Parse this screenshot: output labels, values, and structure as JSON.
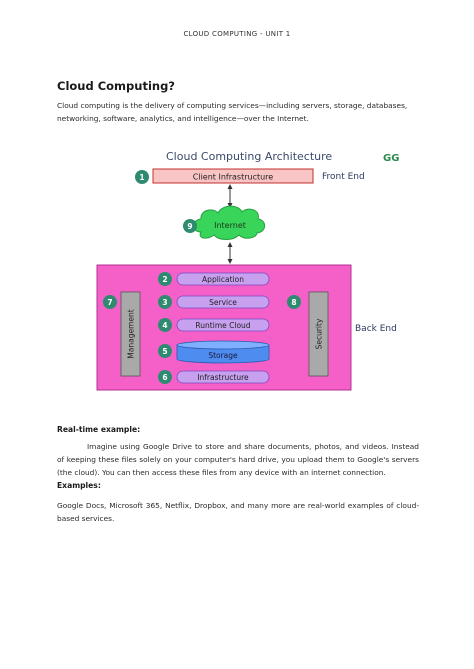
{
  "header": {
    "text": "CLOUD COMPUTING - UNIT 1"
  },
  "title": "Cloud Computing?",
  "intro": "Cloud computing is the delivery of computing services—including servers, storage, databases, networking, software, analytics, and intelligence—over the Internet.",
  "diagram": {
    "title": "Cloud Computing Architecture",
    "logo_text": "GG",
    "front_end_label": "Front End",
    "back_end_label": "Back End",
    "client": {
      "num": "1",
      "label": "Client Infrastructure"
    },
    "internet": {
      "num": "9",
      "label": "Internet"
    },
    "application": {
      "num": "2",
      "label": "Application"
    },
    "service": {
      "num": "3",
      "label": "Service"
    },
    "runtime": {
      "num": "4",
      "label": "Runtime Cloud"
    },
    "storage": {
      "num": "5",
      "label": "Storage"
    },
    "infrastructure": {
      "num": "6",
      "label": "Infrastructure"
    },
    "management": {
      "num": "7",
      "label": "Management"
    },
    "security": {
      "num": "8",
      "label": "Security"
    },
    "colors": {
      "green": "#2e8b6f",
      "pink": "#f45fc8",
      "lavender": "#c8a0f0",
      "blue": "#4f8cf0",
      "cloud": "#39d45a",
      "client_fill": "#f9c4c4"
    }
  },
  "realtime": {
    "heading": "Real-time example:",
    "text": "Imagine using Google Drive to store and share documents, photos, and videos. Instead of keeping these files solely on your computer's hard drive, you upload them to Google's servers (the cloud). You can then access these files from any device with an internet connection."
  },
  "examples": {
    "heading": "Examples:",
    "text": "Google Docs, Microsoft 365, Netflix, Dropbox, and many more are real-world examples of cloud-based services."
  }
}
